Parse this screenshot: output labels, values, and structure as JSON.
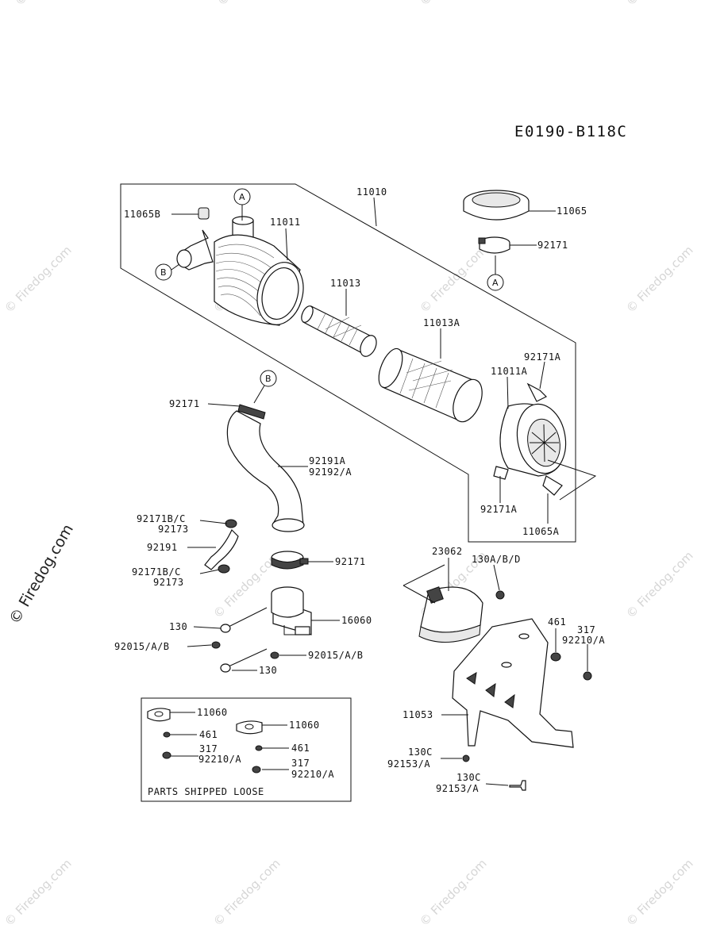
{
  "diagram_code": "E0190-B118C",
  "callouts": {
    "ref_a": "A",
    "ref_b": "B"
  },
  "labels": {
    "p11010": "11010",
    "p11065b": "11065B",
    "p11011": "11011",
    "p11065": "11065",
    "p92171_top": "92171",
    "p11013": "11013",
    "p11013a": "11013A",
    "p92171a_top": "92171A",
    "p11011a": "11011A",
    "p92171_hose": "92171",
    "p92191a": "92191A",
    "p92192a": "92192/A",
    "p92171a_bot": "92171A",
    "p11065a": "11065A",
    "p92171bc_1": "92171B/C",
    "p92173_1": "92173",
    "p92191": "92191",
    "p92171bc_2": "92171B/C",
    "p92173_2": "92173",
    "p92171_clamp": "92171",
    "p130_1": "130",
    "p16060": "16060",
    "p92015_1": "92015/A/B",
    "p92015_2": "92015/A/B",
    "p130_2": "130",
    "p23062": "23062",
    "p130abd": "130A/B/D",
    "p461_r": "461",
    "p317_r": "317",
    "p92210a_r": "92210/A",
    "p11053": "11053",
    "p130c_1": "130C",
    "p92153a_1": "92153/A",
    "p130c_2": "130C",
    "p92153a_2": "92153/A"
  },
  "loose_box": {
    "p11060_1": "11060",
    "p461_1": "461",
    "p317_1": "317",
    "p92210a_1": "92210/A",
    "p11060_2": "11060",
    "p461_2": "461",
    "p317_2": "317",
    "p92210a_2": "92210/A",
    "caption": "PARTS SHIPPED LOOSE"
  },
  "watermark": {
    "text": "© Firedog.com"
  }
}
